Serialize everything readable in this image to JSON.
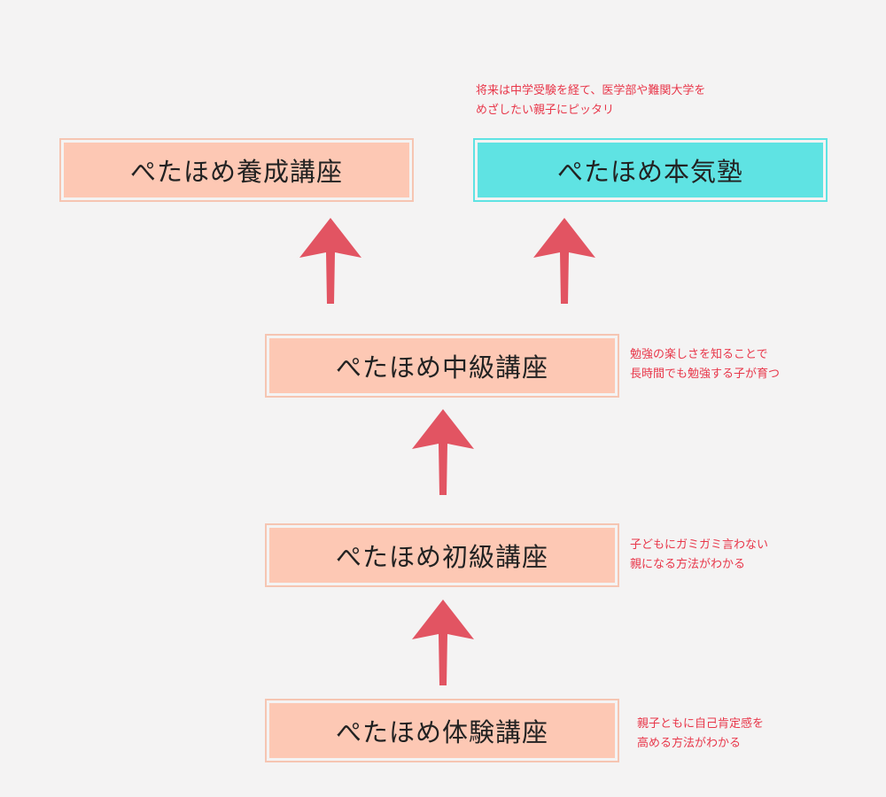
{
  "colors": {
    "background": "#f4f3f3",
    "box_fill": "#fdc8b4",
    "box_border": "#f6c5b2",
    "highlight_fill": "#5fe3e3",
    "arrow": "#e25462",
    "note_text": "#e8374a"
  },
  "courses": {
    "trial": "ぺたほめ体験講座",
    "beginner": "ぺたほめ初級講座",
    "intermediate": "ぺたほめ中級講座",
    "trainer": "ぺたほめ養成講座",
    "honki": "ぺたほめ本気塾"
  },
  "notes": {
    "trial": [
      "親子ともに自己肯定感を",
      "高める方法がわかる"
    ],
    "beginner": [
      "子どもにガミガミ言わない",
      "親になる方法がわかる"
    ],
    "intermediate": [
      "勉強の楽しさを知ることで",
      "長時間でも勉強する子が育つ"
    ],
    "honki": [
      "将来は中学受験を経て、医学部や難関大学を",
      "めざしたい親子にピッタリ"
    ]
  },
  "arrows": [
    {
      "from": "trial",
      "to": "beginner",
      "icon": "up-arrow-icon"
    },
    {
      "from": "beginner",
      "to": "intermediate",
      "icon": "up-arrow-icon"
    },
    {
      "from": "intermediate",
      "to": "trainer",
      "icon": "up-arrow-icon"
    },
    {
      "from": "intermediate",
      "to": "honki",
      "icon": "up-arrow-icon"
    }
  ]
}
